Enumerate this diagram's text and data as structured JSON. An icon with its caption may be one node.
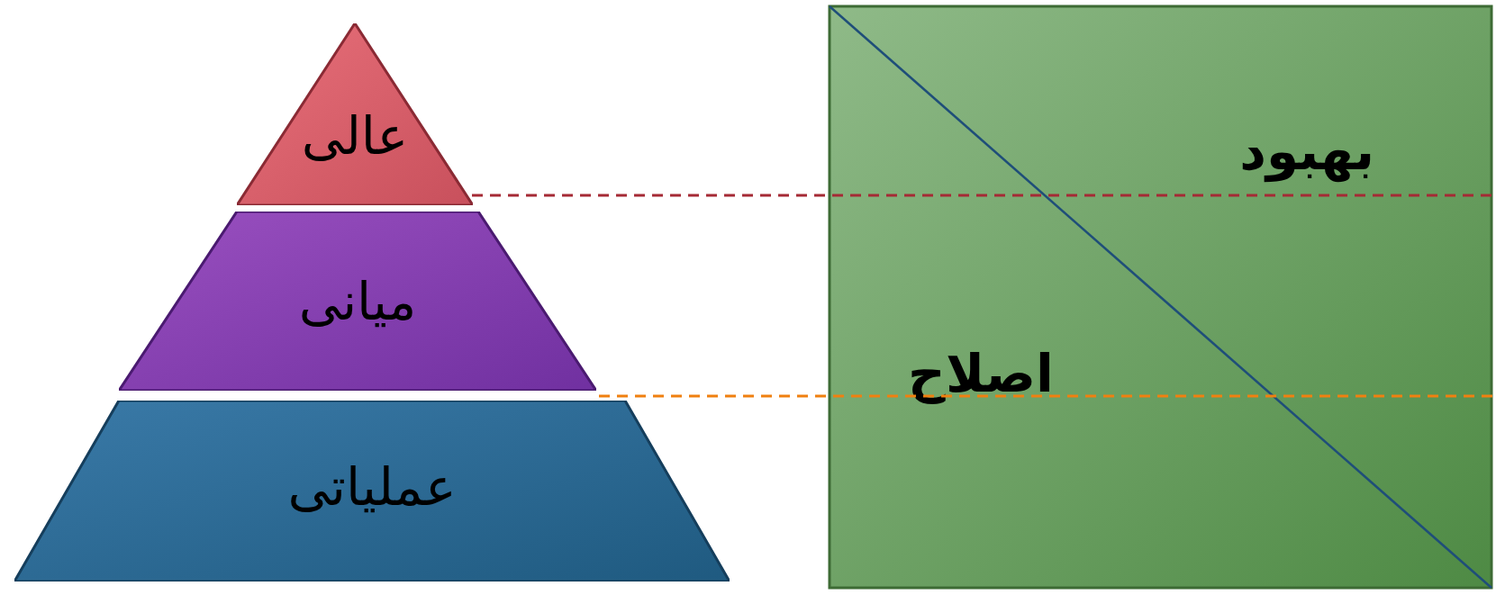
{
  "diagram": {
    "nodes": [
      {
        "text": [
          "عالی"
        ]
      },
      {
        "text": [
          "میانی"
        ]
      },
      {
        "text": [
          "عملیاتی"
        ]
      },
      {
        "text": [
          "بهبود",
          "اصلاح"
        ]
      }
    ],
    "edges": [
      {
        "from": 0,
        "to": 3,
        "arrow": "none",
        "style": "dashed",
        "color": "#a52a35"
      },
      {
        "from": 1,
        "to": 3,
        "arrow": "none",
        "style": "dashed",
        "color": "#f08010"
      }
    ]
  }
}
